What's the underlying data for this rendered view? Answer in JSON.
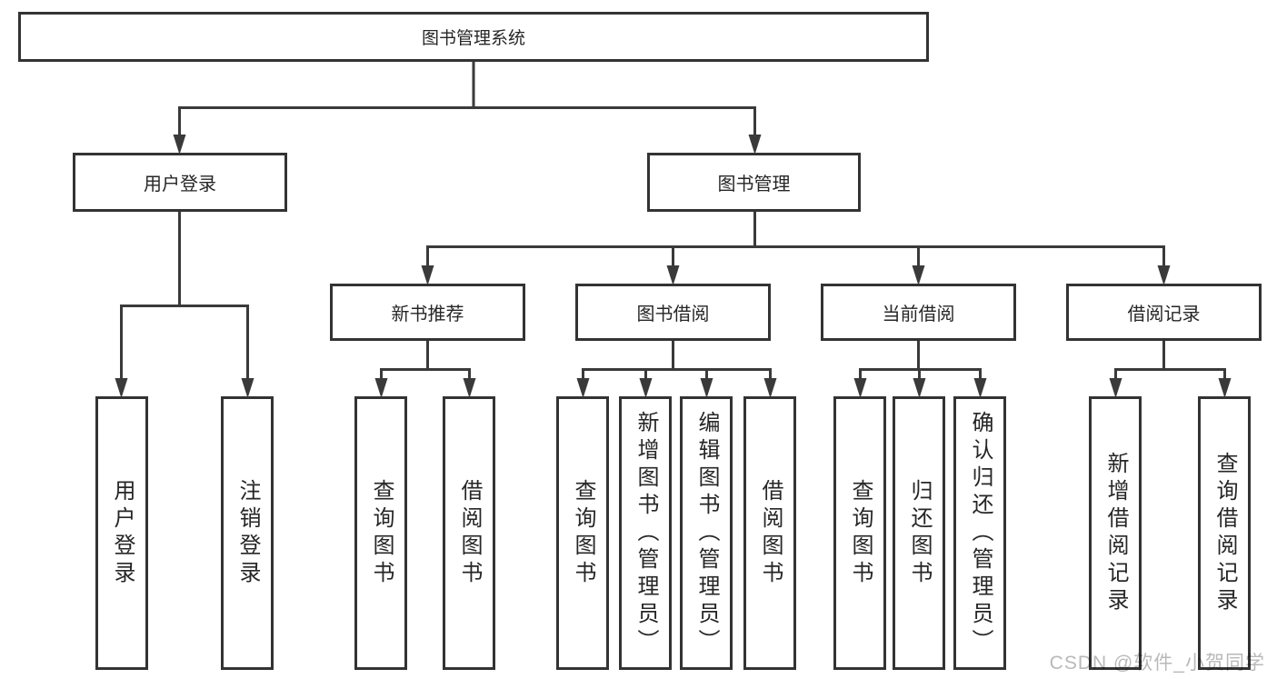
{
  "diagram": {
    "title": "图书管理系统",
    "level2": [
      "用户登录",
      "图书管理"
    ],
    "level3": [
      "新书推荐",
      "图书借阅",
      "当前借阅",
      "借阅记录"
    ],
    "leaf_groups": [
      [
        "用户登录",
        "注销登录"
      ],
      [
        "查询图书",
        "借阅图书"
      ],
      [
        "查询图书",
        "新增图书（管理员）",
        "编辑图书（管理员）",
        "借阅图书"
      ],
      [
        "查询图书",
        "归还图书",
        "确认归还（管理员）"
      ],
      [
        "新增借阅记录",
        "查询借阅记录"
      ]
    ]
  },
  "watermark": "CSDN @软件_小贺同学",
  "colors": {
    "line": "#3a3a3a",
    "box_border": "#333333",
    "text": "#262626",
    "watermark": "#b9b9b9",
    "background": "#ffffff"
  }
}
